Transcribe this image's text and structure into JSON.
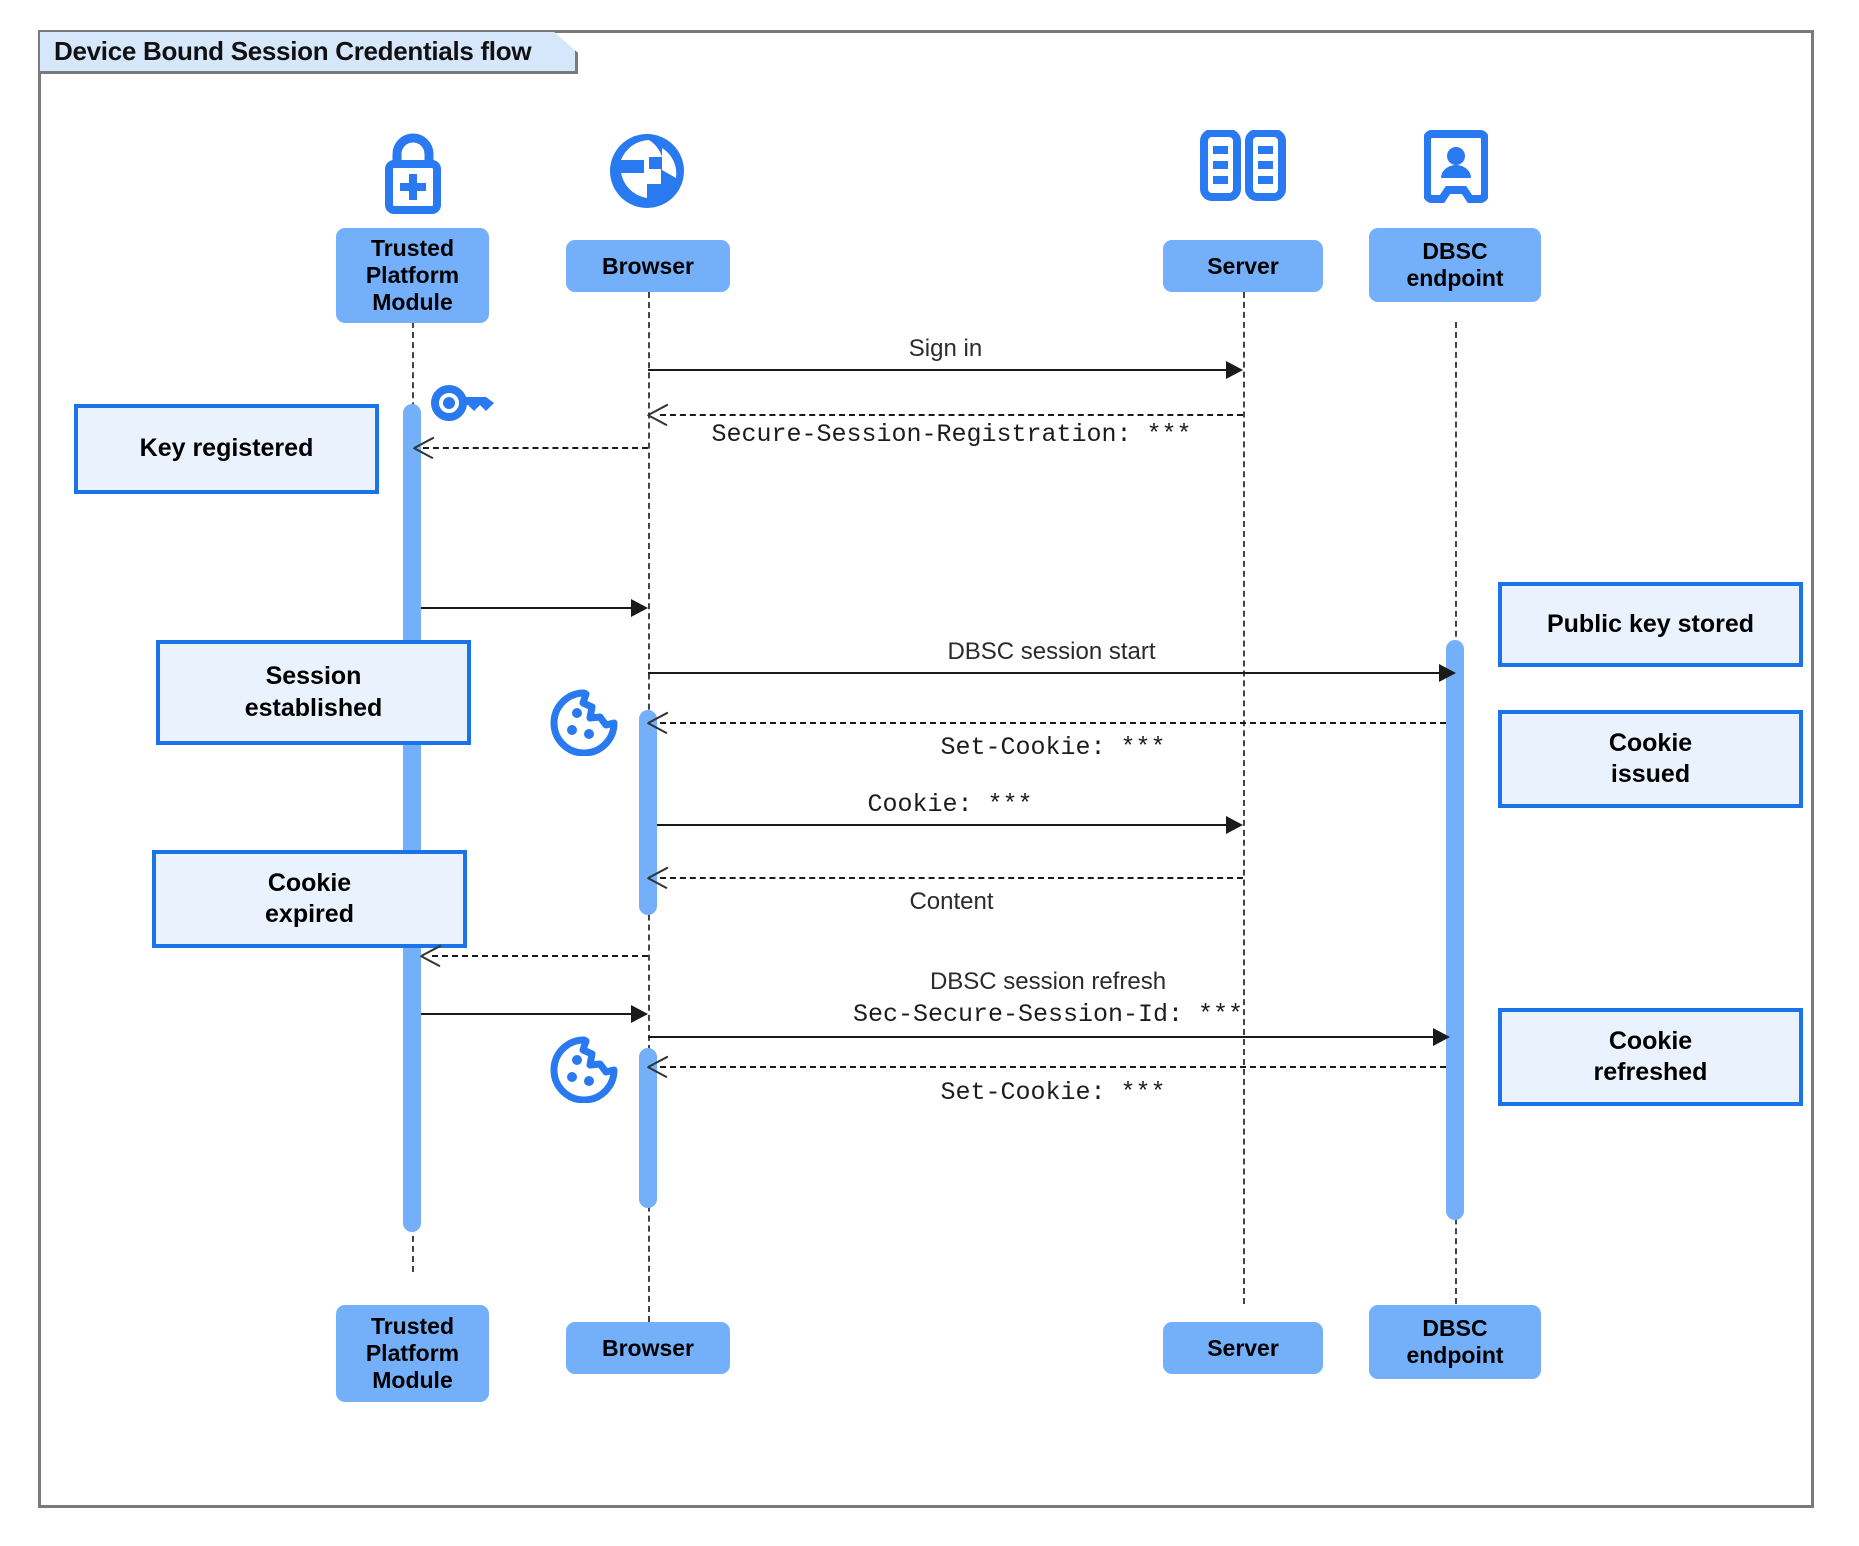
{
  "diagram": {
    "title": "Device Bound Session Credentials flow",
    "type": "uml-sequence",
    "colors": {
      "actor_fill": "#74b0fa",
      "note_fill": "#eaf2fe",
      "note_border": "#1a73e8",
      "icon_blue": "#2979f0",
      "frame_border": "#7a7a7a",
      "title_fill": "#d6e6fb"
    }
  },
  "participants": [
    {
      "id": "tpm",
      "label": "Trusted\nPlatform\nModule",
      "label_top": "Trusted Platform Module",
      "icon": "lock-plus-icon"
    },
    {
      "id": "browser",
      "label": "Browser",
      "icon": "globe-icon"
    },
    {
      "id": "server",
      "label": "Server",
      "icon": "server-rack-icon"
    },
    {
      "id": "dbsc",
      "label": "DBSC\nendpoint",
      "icon": "id-badge-icon"
    }
  ],
  "messages": [
    {
      "id": "m1",
      "from": "browser",
      "to": "server",
      "style": "solid",
      "label": "Sign in",
      "font": "sans"
    },
    {
      "id": "m2",
      "from": "server",
      "to": "browser",
      "style": "dashed",
      "label": "Secure-Session-Registration: ***",
      "font": "mono"
    },
    {
      "id": "m3",
      "from": "browser",
      "to": "tpm",
      "style": "dashed",
      "label": "",
      "font": "sans"
    },
    {
      "id": "m4",
      "from": "tpm",
      "to": "browser",
      "style": "solid",
      "label": "",
      "font": "sans"
    },
    {
      "id": "m5",
      "from": "browser",
      "to": "dbsc",
      "style": "solid",
      "label": "DBSC session start",
      "font": "sans"
    },
    {
      "id": "m6",
      "from": "dbsc",
      "to": "browser",
      "style": "dashed",
      "label": "Set-Cookie: ***",
      "font": "mono"
    },
    {
      "id": "m7",
      "from": "browser",
      "to": "server",
      "style": "solid",
      "label": "Cookie: ***",
      "font": "mono"
    },
    {
      "id": "m8",
      "from": "server",
      "to": "browser",
      "style": "dashed",
      "label": "Content",
      "font": "sans"
    },
    {
      "id": "m9",
      "from": "browser",
      "to": "tpm",
      "style": "dashed",
      "label": "",
      "font": "sans"
    },
    {
      "id": "m10",
      "from": "tpm",
      "to": "dbsc",
      "style": "solid",
      "label": "DBSC session refresh",
      "label2": "Sec-Secure-Session-Id: ***",
      "font": "sans",
      "font2": "mono"
    },
    {
      "id": "m11",
      "from": "dbsc",
      "to": "browser",
      "style": "dashed",
      "label": "Set-Cookie: ***",
      "font": "mono"
    }
  ],
  "notes": [
    {
      "id": "n1",
      "text": "Key registered",
      "side": "left",
      "near": "tpm"
    },
    {
      "id": "n2",
      "text": "Session\nestablished",
      "side": "left",
      "near": "tpm"
    },
    {
      "id": "n3",
      "text": "Cookie\nexpired",
      "side": "left",
      "near": "tpm"
    },
    {
      "id": "n4",
      "text": "Public key stored",
      "side": "right",
      "near": "dbsc"
    },
    {
      "id": "n5",
      "text": "Cookie\nissued",
      "side": "right",
      "near": "dbsc"
    },
    {
      "id": "n6",
      "text": "Cookie\nrefreshed",
      "side": "right",
      "near": "dbsc"
    }
  ],
  "inline_icons": [
    {
      "id": "key1",
      "name": "key-icon",
      "near": "tpm"
    },
    {
      "id": "cookie1",
      "name": "cookie-icon",
      "near": "browser"
    },
    {
      "id": "cookie2",
      "name": "cookie-icon",
      "near": "browser"
    }
  ]
}
